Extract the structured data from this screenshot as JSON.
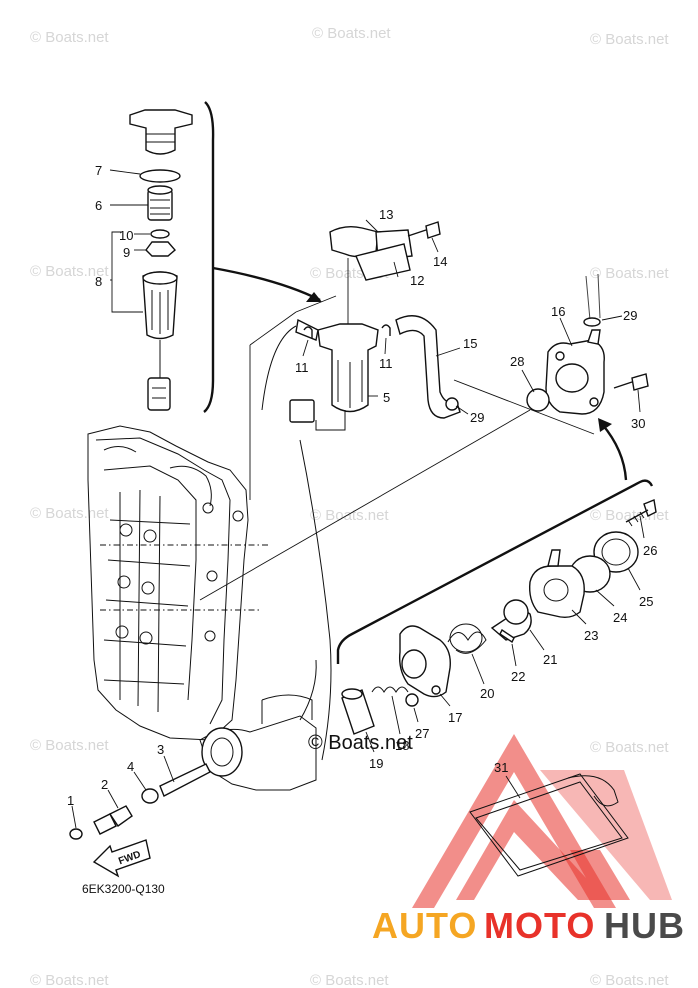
{
  "watermark_text": "© Boats.net",
  "center_watermark": "© Boats.net",
  "diagram_code": "6EK3200-Q130",
  "fwd_label": "FWD",
  "brand": {
    "part1": "AUTO",
    "part2": "MOTO",
    "part3": "HUB"
  },
  "colors": {
    "brand_orange": "#f5a623",
    "brand_red": "#e8322a",
    "brand_grey": "#4a4a4a",
    "line": "#111111"
  },
  "callouts": {
    "p1": "1",
    "p2": "2",
    "p3": "3",
    "p4": "4",
    "p5": "5",
    "p6": "6",
    "p7": "7",
    "p8": "8",
    "p9": "9",
    "p10": "10",
    "p11a": "11",
    "p11b": "11",
    "p12": "12",
    "p13": "13",
    "p14": "14",
    "p15": "15",
    "p16": "16",
    "p17": "17",
    "p18": "18",
    "p19": "19",
    "p20": "20",
    "p21": "21",
    "p22": "22",
    "p23": "23",
    "p24": "24",
    "p25": "25",
    "p26": "26",
    "p27": "27",
    "p28": "28",
    "p29a": "29",
    "p29b": "29",
    "p30": "30",
    "p31": "31"
  }
}
